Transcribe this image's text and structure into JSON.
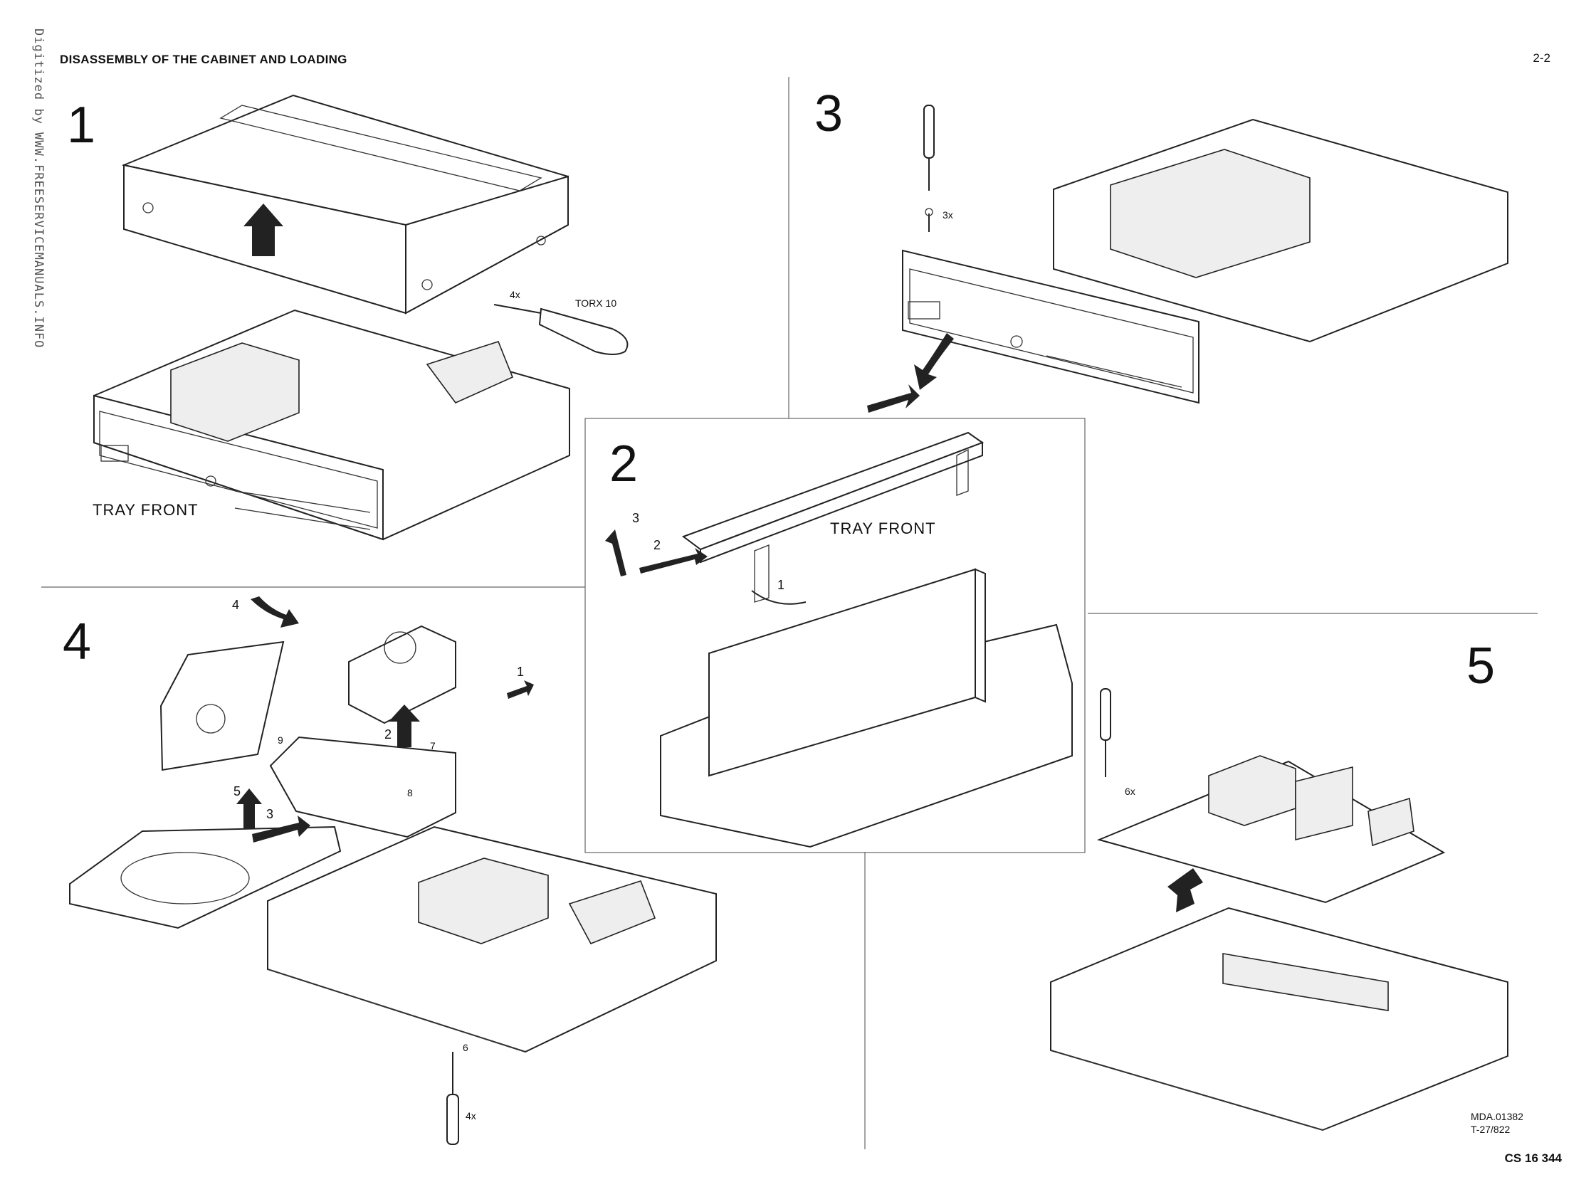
{
  "header": {
    "title": "DISASSEMBLY OF THE CABINET AND LOADING",
    "page_number": "2-2",
    "watermark": "Digitized by WWW.FREESERVICEMANUALS.INFO"
  },
  "steps": {
    "s1": {
      "number": "1",
      "tray_label": "TRAY  FRONT",
      "screw_count": "4x",
      "tool": "TORX  10"
    },
    "s2": {
      "number": "2",
      "tray_label": "TRAY  FRONT",
      "arrow_1": "1",
      "arrow_2": "2",
      "arrow_3": "3"
    },
    "s3": {
      "number": "3",
      "screw_count": "3x"
    },
    "s4": {
      "number": "4",
      "c1": "1",
      "c2": "2",
      "c3": "3",
      "c4": "4",
      "c5": "5",
      "c6": "6",
      "c7": "7",
      "c8": "8",
      "c9": "9",
      "screw_count": "4x"
    },
    "s5": {
      "number": "5",
      "screw_count": "6x"
    }
  },
  "footer": {
    "drawing_code_1": "MDA.01382",
    "drawing_code_2": "T-27/822",
    "doc_code": "CS 16 344"
  },
  "icons": [
    "screwdriver-icon",
    "screw-icon",
    "up-arrow-icon",
    "curved-arrow-icon"
  ]
}
